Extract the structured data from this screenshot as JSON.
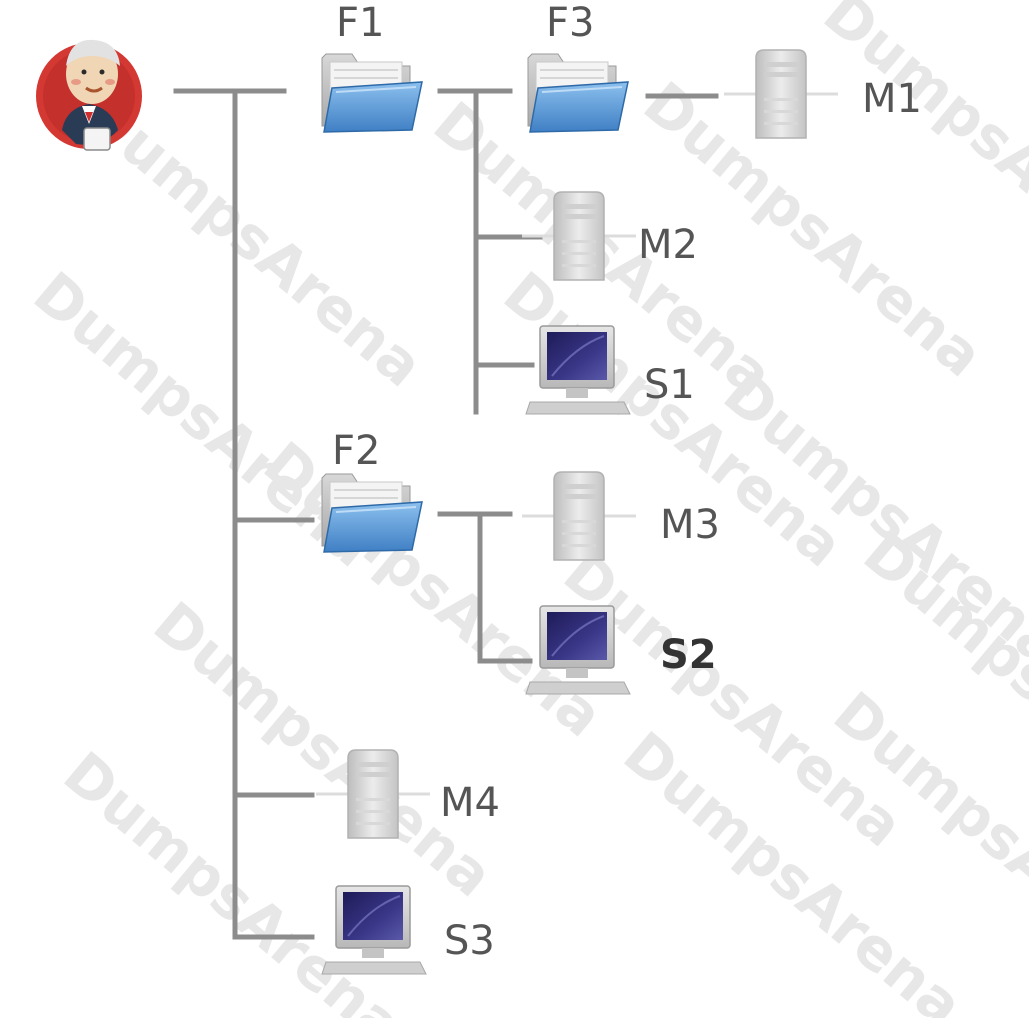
{
  "watermark": "DumpsArena",
  "nodes": {
    "root": {
      "icon": "jenkins-logo-icon"
    },
    "f1": {
      "label": "F1",
      "icon": "folder-icon"
    },
    "f3": {
      "label": "F3",
      "icon": "folder-icon"
    },
    "f2": {
      "label": "F2",
      "icon": "folder-icon"
    },
    "m1": {
      "label": "M1",
      "icon": "server-icon"
    },
    "m2": {
      "label": "M2",
      "icon": "server-icon"
    },
    "m3": {
      "label": "M3",
      "icon": "server-icon"
    },
    "m4": {
      "label": "M4",
      "icon": "server-icon"
    },
    "s1": {
      "label": "S1",
      "icon": "monitor-icon"
    },
    "s2": {
      "label": "S2",
      "icon": "monitor-icon"
    },
    "s3": {
      "label": "S3",
      "icon": "monitor-icon"
    }
  },
  "colors": {
    "line": "#8c8c8c",
    "folder_blue": "#5b9bd8",
    "server_gray": "#d4d4d4",
    "screen_blue": "#2c2a6b",
    "jenkins_red": "#d33833"
  }
}
